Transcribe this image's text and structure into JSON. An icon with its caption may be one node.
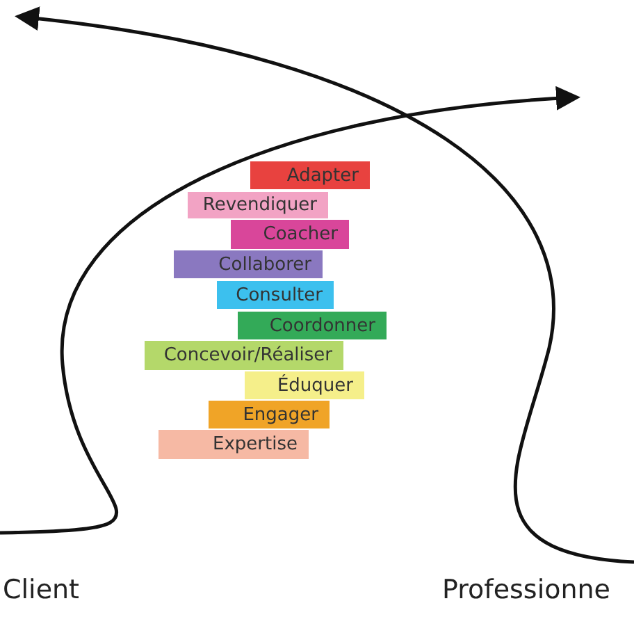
{
  "diagram": {
    "nodes": [
      {
        "text": [
          "Adapter"
        ]
      },
      {
        "text": [
          "Revendiquer"
        ]
      },
      {
        "text": [
          "Coacher"
        ]
      },
      {
        "text": [
          "Collaborer"
        ]
      },
      {
        "text": [
          "Consulter"
        ]
      },
      {
        "text": [
          "Coordonner"
        ]
      },
      {
        "text": [
          "Concevoir/Réaliser"
        ]
      },
      {
        "text": [
          "Éduquer"
        ]
      },
      {
        "text": [
          "Engager"
        ]
      },
      {
        "text": [
          "Expertise"
        ]
      }
    ],
    "labels": [
      "Client",
      "Professionne"
    ]
  }
}
